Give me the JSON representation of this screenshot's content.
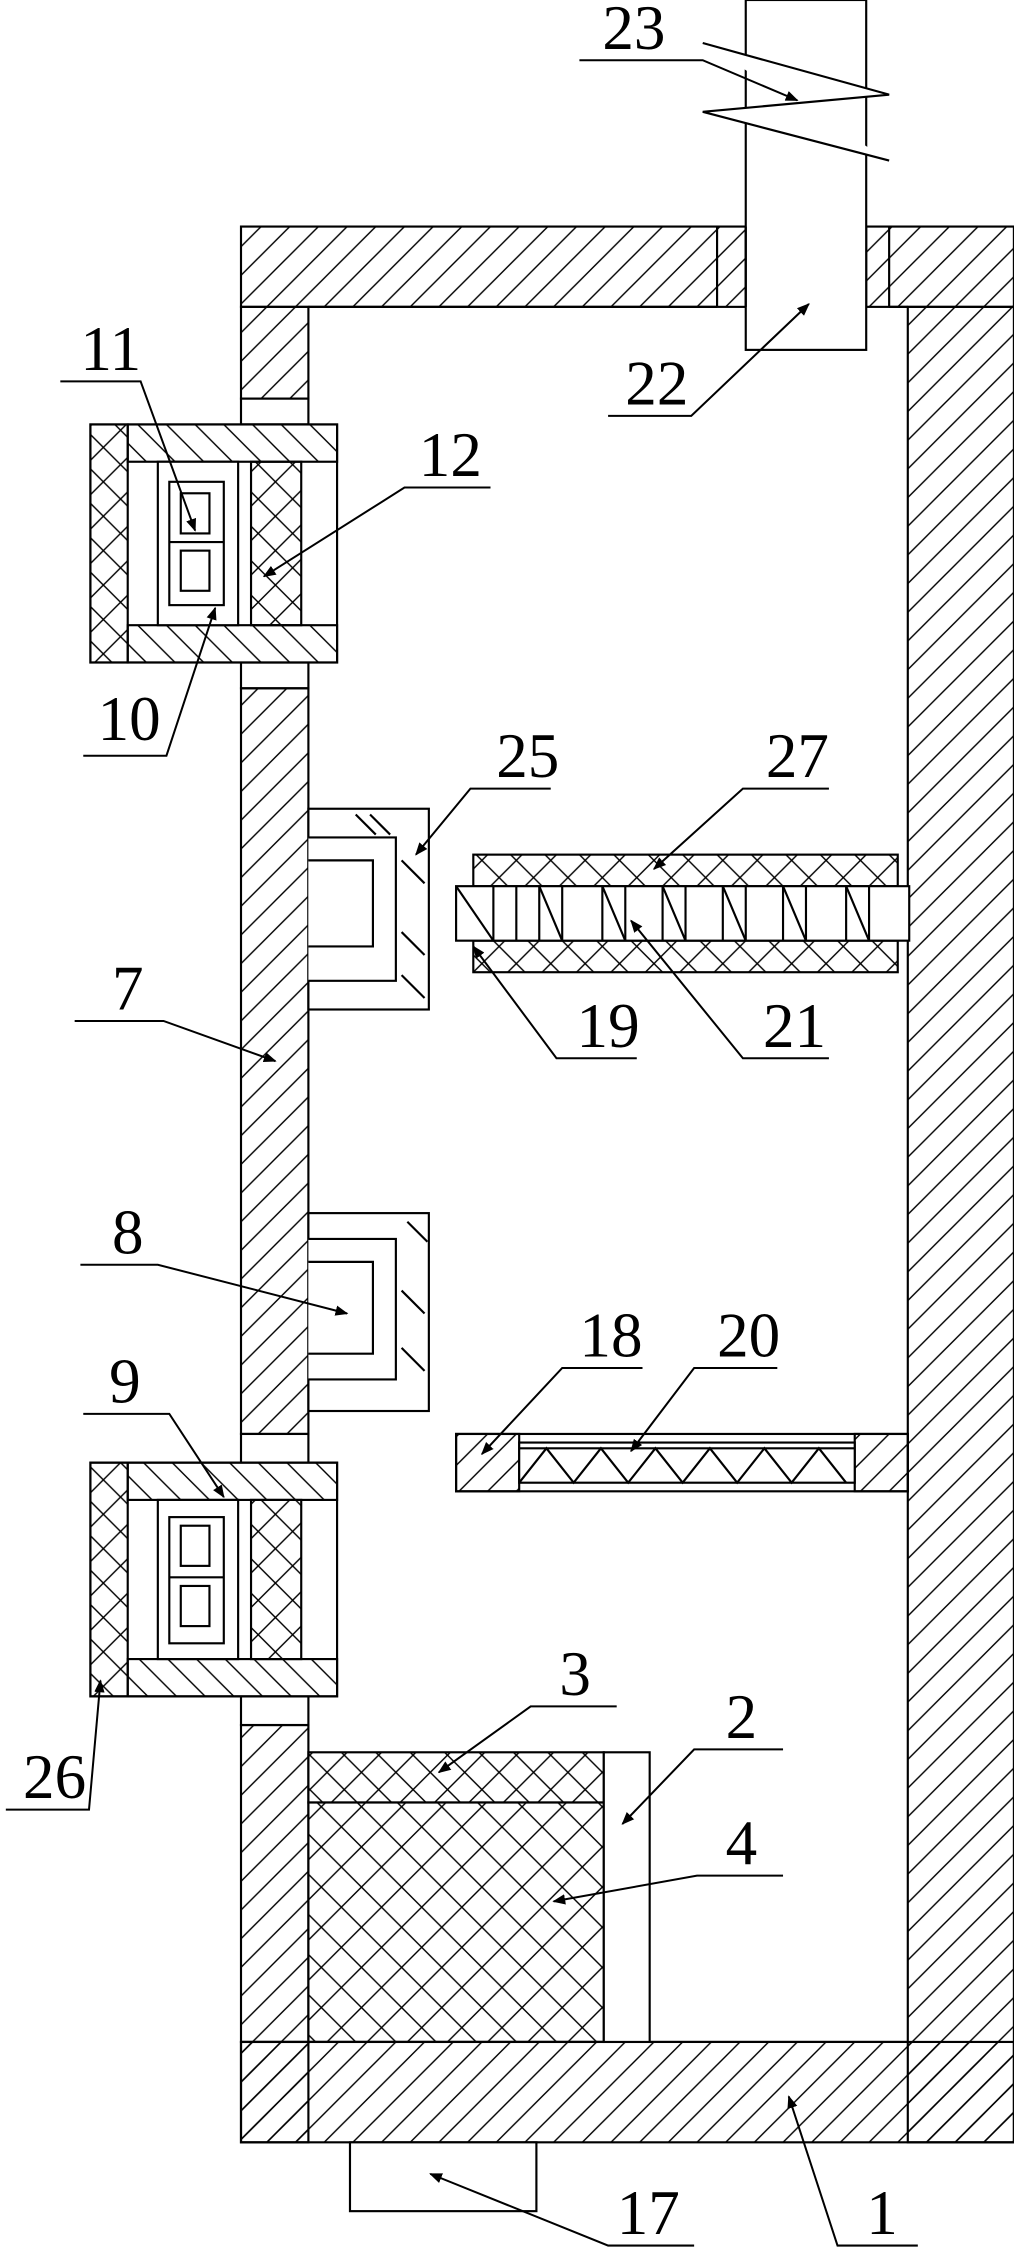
{
  "labels": {
    "l1": "1",
    "l2": "2",
    "l3": "3",
    "l4": "4",
    "l7": "7",
    "l8": "8",
    "l9": "9",
    "l10": "10",
    "l11": "11",
    "l12": "12",
    "l17": "17",
    "l18": "18",
    "l19": "19",
    "l20": "20",
    "l21": "21",
    "l22": "22",
    "l23": "23",
    "l25": "25",
    "l26": "26",
    "l27": "27"
  }
}
